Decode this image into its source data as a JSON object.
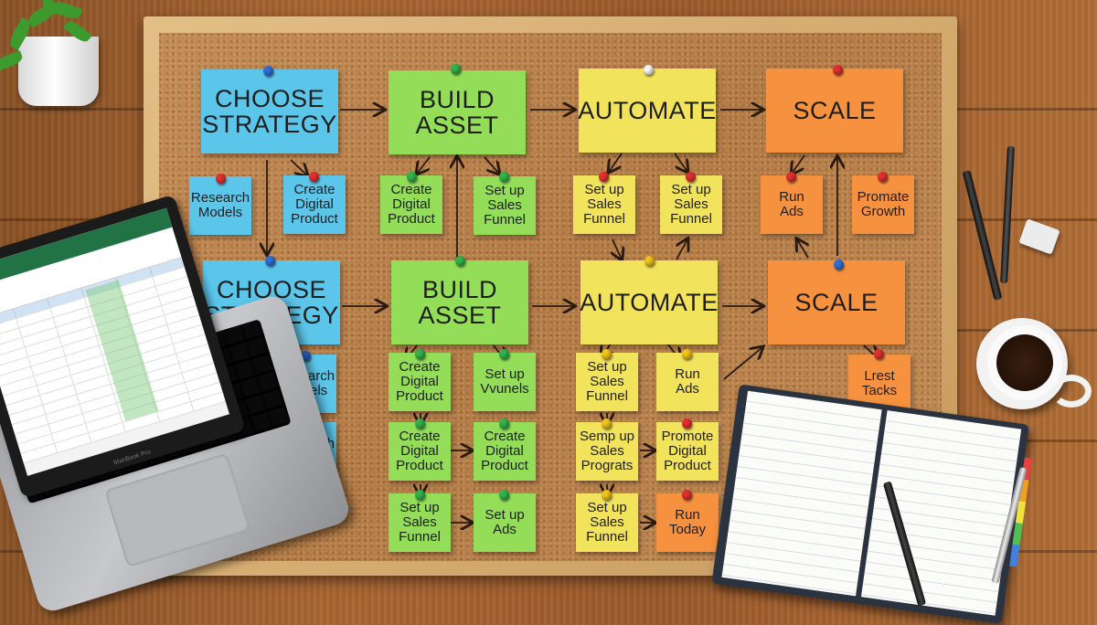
{
  "scene": {
    "description_free": true
  },
  "board": {
    "row1": {
      "stages": [
        {
          "label": "CHOOSE\nSTRATEGY",
          "color": "blue"
        },
        {
          "label": "BUILD\nASSET",
          "color": "green"
        },
        {
          "label": "AUTOMATE",
          "color": "yellow"
        },
        {
          "label": "SCALE",
          "color": "orange"
        }
      ],
      "subnotes": [
        {
          "label": "Research\nModels"
        },
        {
          "label": "Create\nDigital\nProduct"
        },
        {
          "label": "Create\nDigital\nProduct"
        },
        {
          "label": "Set up\nSales\nFunnel"
        },
        {
          "label": "Set up\nSales\nFunnel"
        },
        {
          "label": "Set up\nSales\nFunnel"
        },
        {
          "label": "Run\nAds"
        },
        {
          "label": "Promate\nGrowth"
        }
      ]
    },
    "row2": {
      "stages": [
        {
          "label": "CHOOSE\nSTRATEGY"
        },
        {
          "label": "BUILD\nASSET"
        },
        {
          "label": "AUTOMATE"
        },
        {
          "label": "SCALE"
        }
      ],
      "subnotes": [
        {
          "label": "Research\nModels"
        },
        {
          "label": "Research\nModels"
        },
        {
          "label": "Create\nDigital\nProduct"
        },
        {
          "label": "Set up\nVvunels"
        },
        {
          "label": "Create\nDigital\nProduct"
        },
        {
          "label": "Create\nDigital\nProduct"
        },
        {
          "label": "Set up\nSales\nFunnel"
        },
        {
          "label": "Set up\nAds"
        },
        {
          "label": "Set up\nSales\nFunnel"
        },
        {
          "label": "Run\nAds"
        },
        {
          "label": "Semp up\nSales\nPrograts"
        },
        {
          "label": "Promote\nDigital\nProduct"
        },
        {
          "label": "Set up\nSales\nFunnel"
        },
        {
          "label": "Run\nToday"
        },
        {
          "label": "Lrest\nTacks"
        }
      ]
    }
  },
  "laptop": {
    "brand": "MacBook Pro",
    "app": "Excel"
  },
  "colors": {
    "blue_note": "#5cc6ea",
    "green_note": "#93dd59",
    "yellow_note": "#f2e35c",
    "orange_note": "#f6923f",
    "cork": "#b27a45",
    "frame": "#d6ad72",
    "desk": "#9b5a2b"
  }
}
